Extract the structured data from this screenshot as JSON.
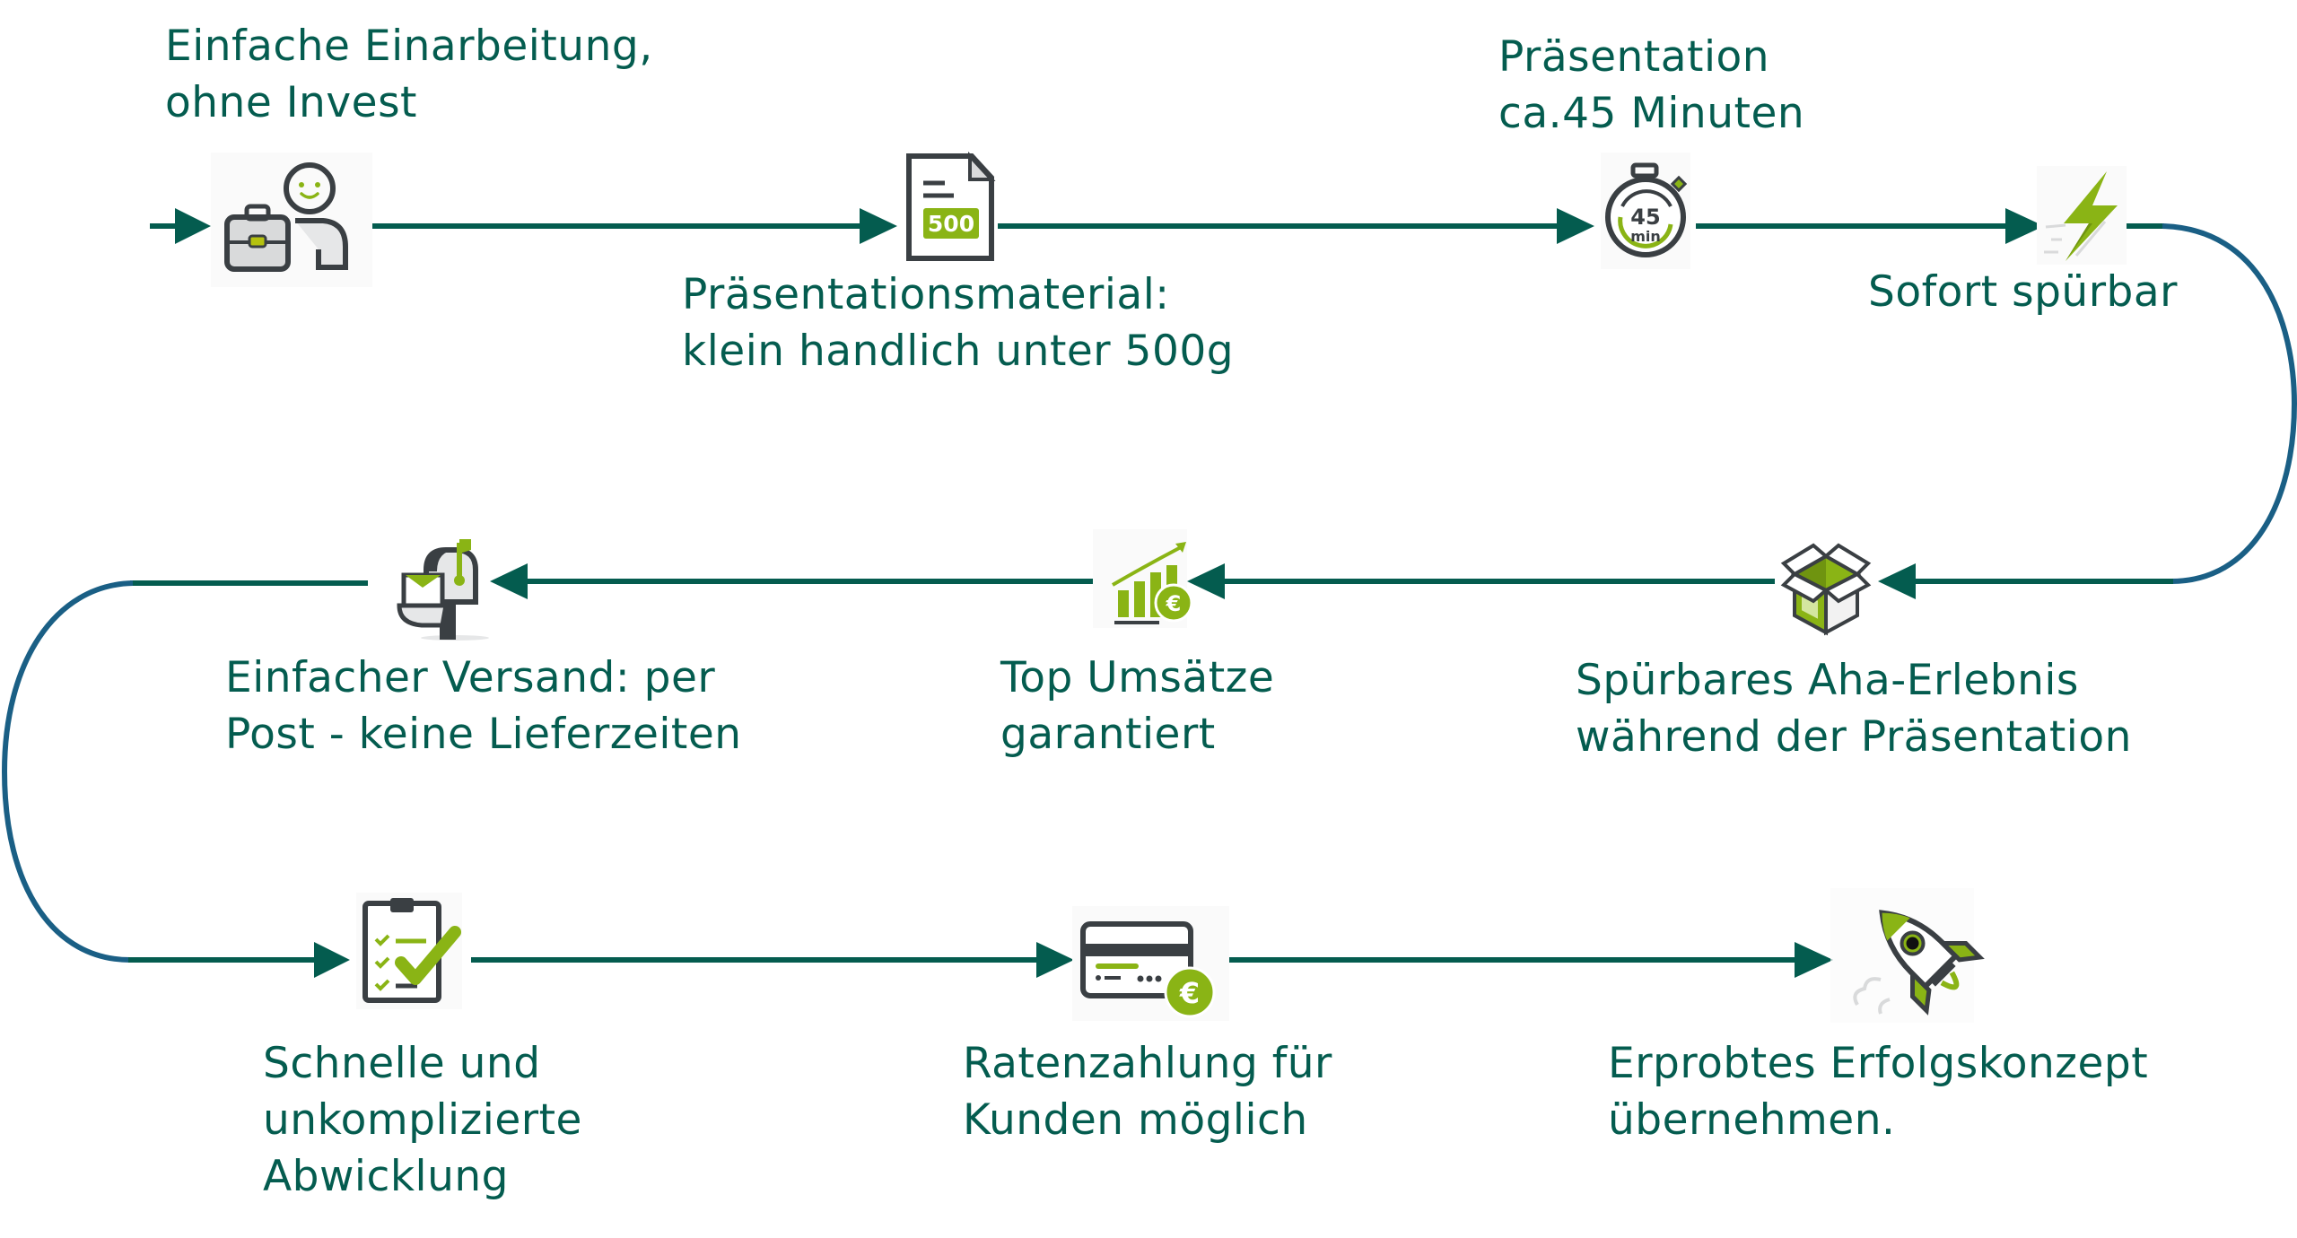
{
  "colors": {
    "text": "#045c4f",
    "line": "#045c4f",
    "curve": "#1a5f85",
    "accent_green": "#8ab415",
    "icon_dark": "#3a3f43",
    "icon_light": "#e6e7e8"
  },
  "steps": [
    {
      "id": 1,
      "label": "Einfache Einarbeitung,\nohne Invest",
      "icon": "businessperson-briefcase-icon"
    },
    {
      "id": 2,
      "label": "Präsentationsmaterial:\nklein handlich unter 500g",
      "icon": "document-500-icon",
      "icon_text": "500"
    },
    {
      "id": 3,
      "label": "Präsentation\nca.45 Minuten",
      "icon": "stopwatch-icon",
      "icon_text_value": "45",
      "icon_text_unit": "min"
    },
    {
      "id": 4,
      "label": "Sofort spürbar",
      "icon": "lightning-icon"
    },
    {
      "id": 5,
      "label": "Spürbares Aha-Erlebnis\nwährend der Präsentation",
      "icon": "open-box-icon"
    },
    {
      "id": 6,
      "label": "Top Umsätze\ngarantiert",
      "icon": "growth-chart-euro-icon",
      "icon_text": "€"
    },
    {
      "id": 7,
      "label": "Einfacher Versand: per\nPost - keine Lieferzeiten",
      "icon": "mailbox-icon"
    },
    {
      "id": 8,
      "label": "Schnelle und\nunkomplizierte\nAbwicklung",
      "icon": "clipboard-check-icon"
    },
    {
      "id": 9,
      "label": "Ratenzahlung für\nKunden möglich",
      "icon": "credit-card-euro-icon",
      "icon_text": "€"
    },
    {
      "id": 10,
      "label": "Erprobtes Erfolgskonzept\nübernehmen.",
      "icon": "rocket-icon"
    }
  ]
}
